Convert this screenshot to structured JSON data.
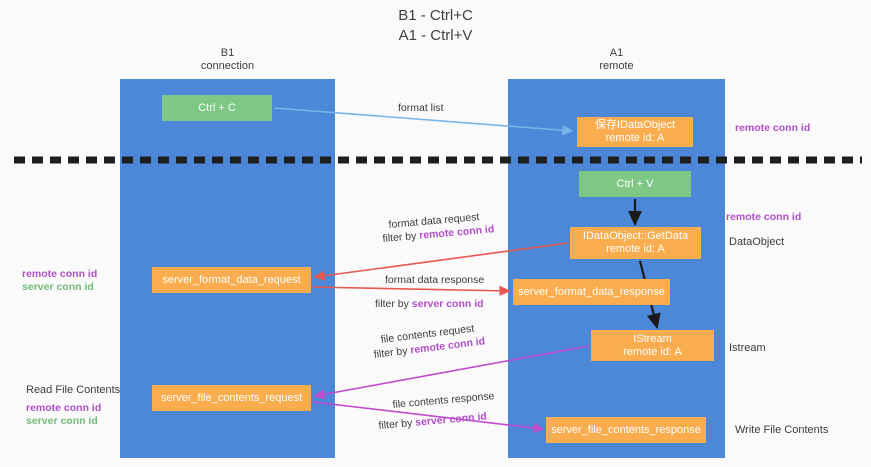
{
  "title": {
    "line1": "B1 - Ctrl+C",
    "line2": "A1 - Ctrl+V"
  },
  "lanes": [
    {
      "id": "b1",
      "name": "B1",
      "role": "connection"
    },
    {
      "id": "a1",
      "name": "A1",
      "role": "remote"
    }
  ],
  "nodes": {
    "ctrl_c": {
      "line1": "Ctrl + C",
      "line2": "",
      "color": "#7ec784"
    },
    "save_idataobject": {
      "line1": "保存IDataObject",
      "line2": "remote id: A",
      "color": "#f9ad4e"
    },
    "ctrl_v": {
      "line1": "Ctrl + V",
      "line2": "",
      "color": "#7ec784"
    },
    "getdata": {
      "line1": "IDataObject::GetData",
      "line2": "remote id: A",
      "color": "#f9ad4e"
    },
    "server_format_data_request": {
      "line1": "server_format_data_request",
      "line2": "",
      "color": "#f9ad4e"
    },
    "server_format_data_response": {
      "line1": "server_format_data_response",
      "line2": "",
      "color": "#f9ad4e"
    },
    "istream": {
      "line1": "IStream",
      "line2": "remote id: A",
      "color": "#f9ad4e"
    },
    "server_file_contents_request": {
      "line1": "server_file_contents_request",
      "line2": "",
      "color": "#f9ad4e"
    },
    "server_file_contents_response": {
      "line1": "server_file_contents_response",
      "line2": "",
      "color": "#f9ad4e"
    }
  },
  "edge_labels": {
    "format_list": "format list",
    "format_data_request": "format data request",
    "format_data_request_filter_prefix": "filter by ",
    "format_data_request_filter_key": "remote conn id",
    "format_data_response": "format data response",
    "format_data_response_filter_prefix": "filter by ",
    "format_data_response_filter_key": "server conn id",
    "file_contents_request": "file contents request",
    "file_contents_request_filter_prefix": "filter by ",
    "file_contents_request_filter_key": "remote conn id",
    "file_contents_response": "file contents response",
    "file_contents_response_filter_prefix": "filter by ",
    "file_contents_response_filter_key": "server conn id"
  },
  "annotations": {
    "right_remote_conn_id_top": "remote conn id",
    "right_remote_conn_id_mid": "remote conn id",
    "right_dataobject": "DataObject",
    "right_istream": "Istream",
    "right_write_file_contents": "Write File Contents",
    "left_remote_conn_id": "remote conn id",
    "left_server_conn_id": "server conn id",
    "left_read_file_contents": "Read File Contents",
    "left_remote_conn_id_2": "remote conn id",
    "left_server_conn_id_2": "server conn id"
  },
  "colors": {
    "lane": "#4c87d8",
    "green_node": "#7ec784",
    "orange_node": "#f9ad4e",
    "purple_text": "#b04fc8",
    "green_text": "#74bb7c",
    "arrow_blue": "#79b4e8",
    "arrow_red": "#e8584e",
    "arrow_magenta": "#c04ccc",
    "arrow_black": "#1a1a1a",
    "divider": "#1e1e1e",
    "background": "#fafafa"
  }
}
